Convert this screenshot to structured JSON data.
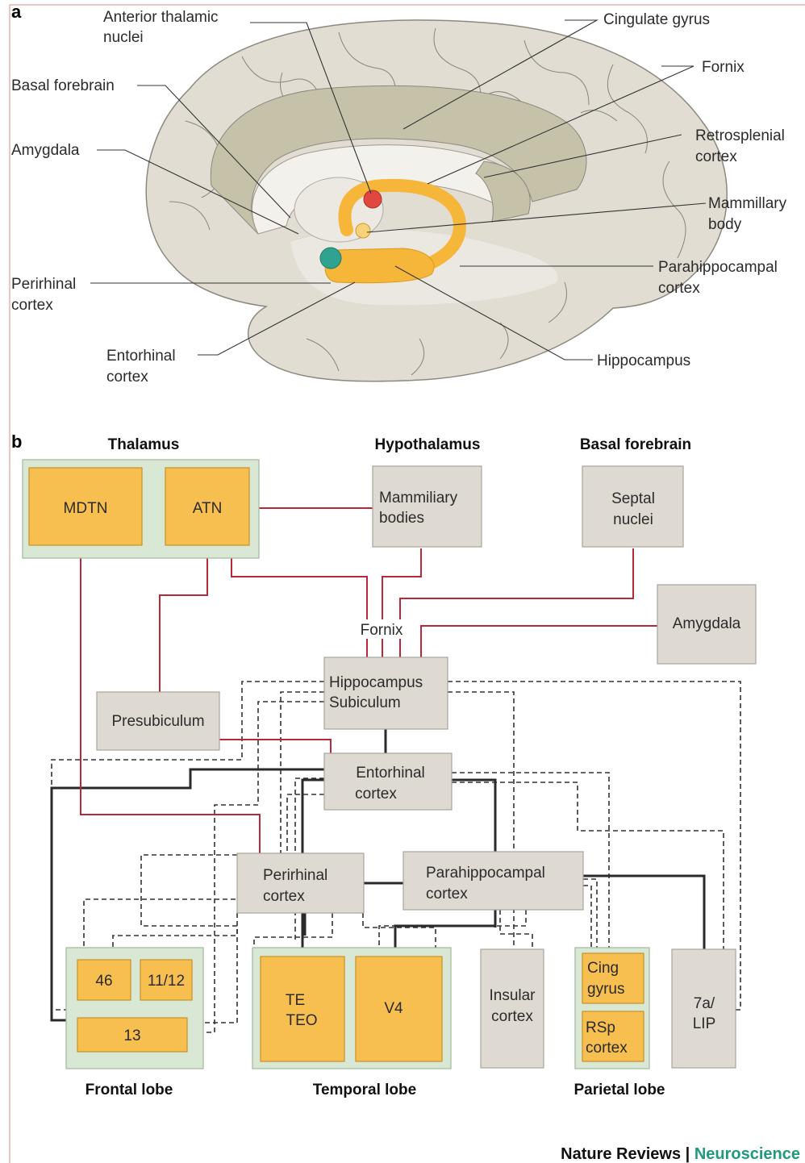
{
  "panel_a": {
    "letter": "a",
    "labels": {
      "anterior_thalamic_1": "Anterior thalamic",
      "anterior_thalamic_2": "nuclei",
      "cingulate": "Cingulate gyrus",
      "basal_forebrain": "Basal forebrain",
      "fornix": "Fornix",
      "amygdala": "Amygdala",
      "retrosplenial_1": "Retrosplenial",
      "retrosplenial_2": "cortex",
      "mammillary_1": "Mammillary",
      "mammillary_2": "body",
      "perirhinal_1": "Perirhinal",
      "perirhinal_2": "cortex",
      "parahippocampal_1": "Parahippocampal",
      "parahippocampal_2": "cortex",
      "entorhinal_1": "Entorhinal",
      "entorhinal_2": "cortex",
      "hippocampus": "Hippocampus"
    }
  },
  "panel_b": {
    "letter": "b",
    "headers": {
      "thalamus": "Thalamus",
      "hypothalamus": "Hypothalamus",
      "basal_forebrain": "Basal forebrain",
      "frontal": "Frontal lobe",
      "temporal": "Temporal lobe",
      "parietal": "Parietal lobe"
    },
    "boxes": {
      "mdtn": "MDTN",
      "atn": "ATN",
      "mammillary_1": "Mammiliary",
      "mammillary_2": "bodies",
      "septal_1": "Septal",
      "septal_2": "nuclei",
      "amygdala": "Amygdala",
      "fornix": "Fornix",
      "hippocampus_1": "Hippocampus",
      "hippocampus_2": "Subiculum",
      "presubiculum": "Presubiculum",
      "entorhinal_1": "Entorhinal",
      "entorhinal_2": "cortex",
      "perirhinal_1": "Perirhinal",
      "perirhinal_2": "cortex",
      "parahippocampal_1": "Parahippocampal",
      "parahippocampal_2": "cortex",
      "area46": "46",
      "area11_12": "11/12",
      "area13": "13",
      "te_1": "TE",
      "te_2": "TEO",
      "v4": "V4",
      "insular_1": "Insular",
      "insular_2": "cortex",
      "cing_1": "Cing",
      "cing_2": "gyrus",
      "rsp_1": "RSp",
      "rsp_2": "cortex",
      "lip_1": "7a/",
      "lip_2": "LIP"
    }
  },
  "credit": {
    "journal": "Nature Reviews",
    "separator": " | ",
    "section": "Neuroscience"
  },
  "colors": {
    "red_pathway": "#b8283a",
    "orange_box": "#f7bf4f",
    "grey_box": "#dedad1",
    "green_group": "#d9e8d5",
    "brain_fill": "#e2ddd3",
    "credit_accent": "#1f9a7a"
  }
}
